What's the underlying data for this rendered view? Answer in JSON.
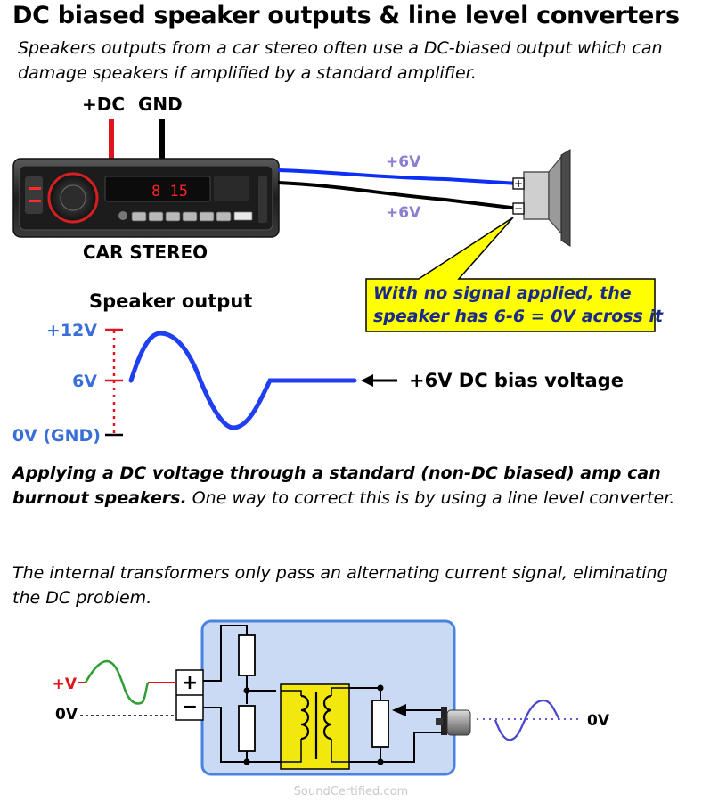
{
  "title": "DC biased speaker outputs & line level converters",
  "intro": "Speakers outputs from a car stereo often use a DC-biased output which can damage speakers if amplified by a standard amplifier.",
  "stereo": {
    "plus_dc_label": "+DC",
    "gnd_label": "GND",
    "caption": "CAR STEREO",
    "display_text": "8 15"
  },
  "speaker": {
    "wire_top_voltage": "+6V",
    "wire_bottom_voltage": "+6V",
    "callout_line1": "With no signal applied, the",
    "callout_line2": "speaker has 6-6 = 0V across it"
  },
  "graph": {
    "title": "Speaker output",
    "tick_top": "+12V",
    "tick_mid": "6V",
    "tick_bottom": "0V (GND)",
    "bias_label": "+6V DC bias voltage"
  },
  "para1_bold": "Applying a DC voltage through a standard (non-DC biased) amp can burnout speakers.",
  "para1_rest": " One way to correct this is by using a line level converter.",
  "para2": "The internal transformers only pass an alternating current signal, eliminating the DC problem.",
  "converter": {
    "input_plus_label": "+V",
    "input_zero_label": "0V",
    "output_zero_label": "0V",
    "plus_symbol": "+",
    "minus_symbol": "−"
  },
  "watermark": "SoundCertified.com",
  "colors": {
    "red": "#e0141e",
    "blue": "#0b2ff5",
    "axis_blue": "#3b6fd8",
    "bias_line": "#2a64c8",
    "callout_fill": "#ffff00",
    "converter_fill": "#cad9f4",
    "converter_border": "#4a82e0",
    "transformer_fill": "#f2e80e",
    "input_wave": "#2e9e35",
    "output_wave": "#4b45d0",
    "voltage_label": "#8a7ed0"
  }
}
